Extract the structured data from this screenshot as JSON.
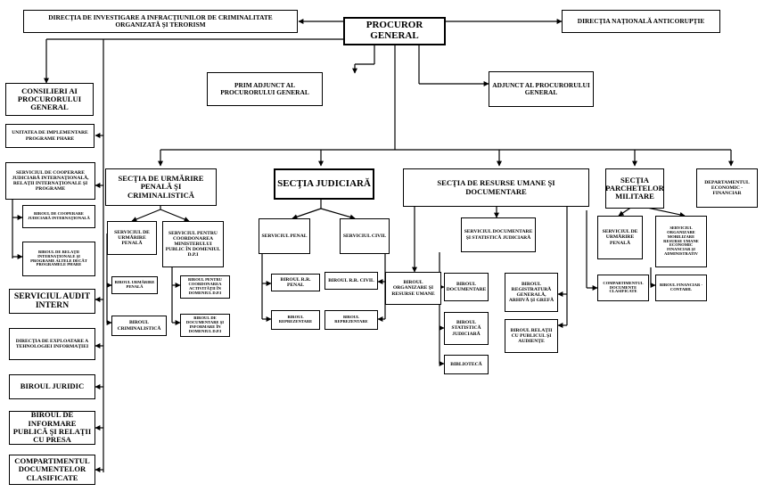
{
  "nodes": {
    "procuror_general": "PROCUROR GENERAL",
    "diicot": "DIRECŢIA DE INVESTIGARE A INFRACŢIUNILOR DE CRIMINALITATE ORGANIZATĂ ŞI TERORISM",
    "dna": "DIRECŢIA NAŢIONALĂ ANTICORUPŢIE",
    "prim_adjunct": "PRIM ADJUNCT AL PROCURORULUI GENERAL",
    "adjunct": "ADJUNCT AL PROCURORULUI GENERAL",
    "consilieri": "CONSILIERI AI PROCURORULUI GENERAL",
    "unitate_phare": "UNITATEA DE IMPLEMENTARE PROGRAME PHARE",
    "serviciu_cooperare": "SERVICIUL DE COOPERARE JUDICIARĂ INTERNAŢIONALĂ, RELAŢII INTERNAŢIONALE ŞI PROGRAME",
    "birou_cooperare": "BIROUL DE COOPERARE JUDICIARĂ INTERNAŢIONALĂ",
    "birou_relatii_int": "BIROUL DE RELAŢII INTERNAŢIONALE ŞI PROGRAME ALTELE DECÂT PROGRAMELE PHARE",
    "audit": "SERVICIUL AUDIT INTERN",
    "it": "DIRECŢIA DE EXPLOATARE A TEHNOLOGIEI INFORMAŢIEI",
    "juridic": "BIROUL JURIDIC",
    "presa": "BIROUL DE INFORMARE PUBLICĂ ŞI RELAŢII CU PRESA",
    "documente_clasificate_left": "COMPARTIMENTUL DOCUMENTELOR CLASIFICATE",
    "sectia_urmarire": "SECŢIA DE URMĂRIRE PENALĂ ŞI CRIMINALISTICĂ",
    "sectia_judiciara": "SECŢIA JUDICIARĂ",
    "sectia_resurse": "SECŢIA DE RESURSE UMANE ŞI DOCUMENTARE",
    "sectia_militare": "SECŢIA PARCHETELOR MILITARE",
    "dep_economic": "DEPARTAMENTUL ECONOMIC - FINANCIAR",
    "serv_urmarire_penala": "SERVICIUL DE URMĂRIRE PENALĂ",
    "serv_coordonare": "SERVICIUL PENTRU COORDONAREA MINISTERULUI PUBLIC ÎN DOMENIUL D.P.I",
    "birou_urmarire_penala": "BIROUL URMĂRIRE PENALĂ",
    "birou_criminalistica": "BIROUL CRIMINALISTICĂ",
    "birou_coord_dpi": "BIROUL PENTRU COORDONAREA ACTIVITĂŢII ÎN DOMENIUL D.P.I",
    "birou_documentare_dpi": "BIROUL DE DOCUMENTARE ŞI INFORMARE ÎN DOMENIUL D.P.I",
    "serv_penal": "SERVICIUL PENAL",
    "serv_civil": "SERVICIUL CIVIL",
    "birou_rr_penal": "BIROUL R.R. PENAL",
    "birou_rr_civil": "BIROUL R.R. CIVIL",
    "birou_reprezentare_penal": "BIROUL REPREZENTARE",
    "birou_reprezentare_civil": "BIROUL REPREZENTARE",
    "birou_organizare_ru": "BIROUL ORGANIZARE ŞI RESURSE UMANE",
    "serv_documentare": "SERVICIUL DOCUMENTARE ŞI STATISTICĂ JUDICIARĂ",
    "birou_documentare": "BIROUL DOCUMENTARE",
    "birou_statistica": "BIROUL STATISTICĂ JUDICIARĂ",
    "biblioteca": "BIBLIOTECĂ",
    "birou_registratura": "BIROUL REGISTRATURĂ GENERALĂ, ARHIVĂ ŞI GREFĂ",
    "birou_relatii_public": "BIROUL RELAŢII CU PUBLICUL ŞI AUDIENŢE",
    "serv_urmarire_militar": "SERVICIUL DE URMĂRIRE PENALĂ",
    "serv_organizare_militar": "SERVICIUL ORGANIZARE MOBILIZARE RESURSE UMANE ECONOMIC FINANCIAR ŞI ADMINISTRATIV",
    "comp_doc_clasificate_militar": "COMPARTIMENTUL DOCUMENTE CLASIFICATE",
    "birou_financiar": "BIROUL FINANCIAR - CONTABIL"
  }
}
